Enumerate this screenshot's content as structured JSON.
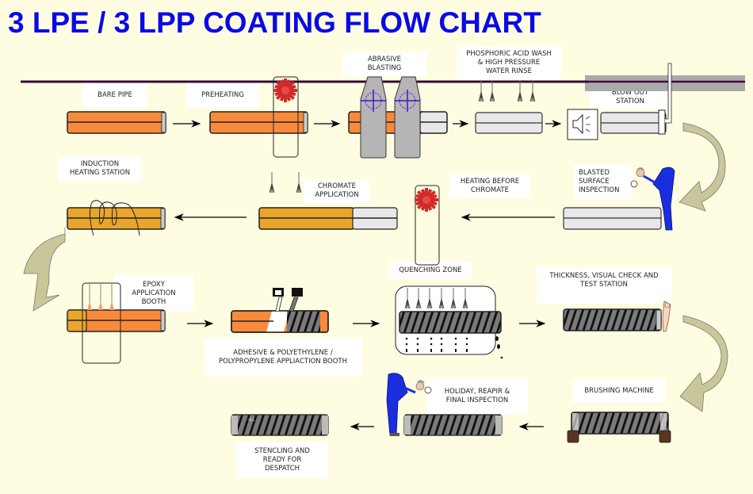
{
  "title": "3 LPE / 3 LPP COATING FLOW CHART",
  "colors": {
    "title": "#0a0ae6",
    "background": "#fffde1",
    "bare_pipe": "#f98a3c",
    "heated_pipe": "#e9a62b",
    "blasted_pipe": "#e8e8ea",
    "coated_pipe": "#7a7a7a",
    "flow_arrow": "#c9c79a",
    "conveyor_line": "#3a0a3a",
    "inspector": "#1a2ee0"
  },
  "stations": [
    {
      "id": "bare-pipe",
      "label": "BARE PIPE"
    },
    {
      "id": "preheating",
      "label": "PREHEATING"
    },
    {
      "id": "abrasive-blasting",
      "label": "ABRASIVE\nBLASTING"
    },
    {
      "id": "phosphoric-acid-wash",
      "label": "PHOSPHORIC ACID WASH\n& HIGH PRESSURE\nWATER RINSE"
    },
    {
      "id": "blow-out-station",
      "label": "BLOW OUT\nSTATION"
    },
    {
      "id": "blasted-surface-inspection",
      "label": "BLASTED\nSURFACE\nINSPECTION"
    },
    {
      "id": "heating-before-chromate",
      "label": "HEATING BEFORE\nCHROMATE"
    },
    {
      "id": "chromate-application",
      "label": "CHROMATE\nAPPLICATION"
    },
    {
      "id": "induction-heating-station",
      "label": "INDUCTION\nHEATING STATION"
    },
    {
      "id": "epoxy-application-booth",
      "label": "EPOXY\nAPPLICATION\nBOOTH"
    },
    {
      "id": "adhesive-pe-pp-booth",
      "label": "ADHESIVE  & POLYETHYLENE /\nPOLYPROPYLENE APPLIACTION  BOOTH"
    },
    {
      "id": "quenching-zone",
      "label": "QUENCHING ZONE"
    },
    {
      "id": "thickness-visual-test",
      "label": "THICKNESS, VISUAL CHECK AND\nTEST STATION"
    },
    {
      "id": "brushing-machine",
      "label": "BRUSHING MACHINE"
    },
    {
      "id": "holiday-repair-final-inspection",
      "label": "HOLIDAY, REAPIR &\nFINAL INSPECTION"
    },
    {
      "id": "stenciling-despatch",
      "label": "STENCLING AND\nREADY FOR\nDESPATCH"
    }
  ]
}
